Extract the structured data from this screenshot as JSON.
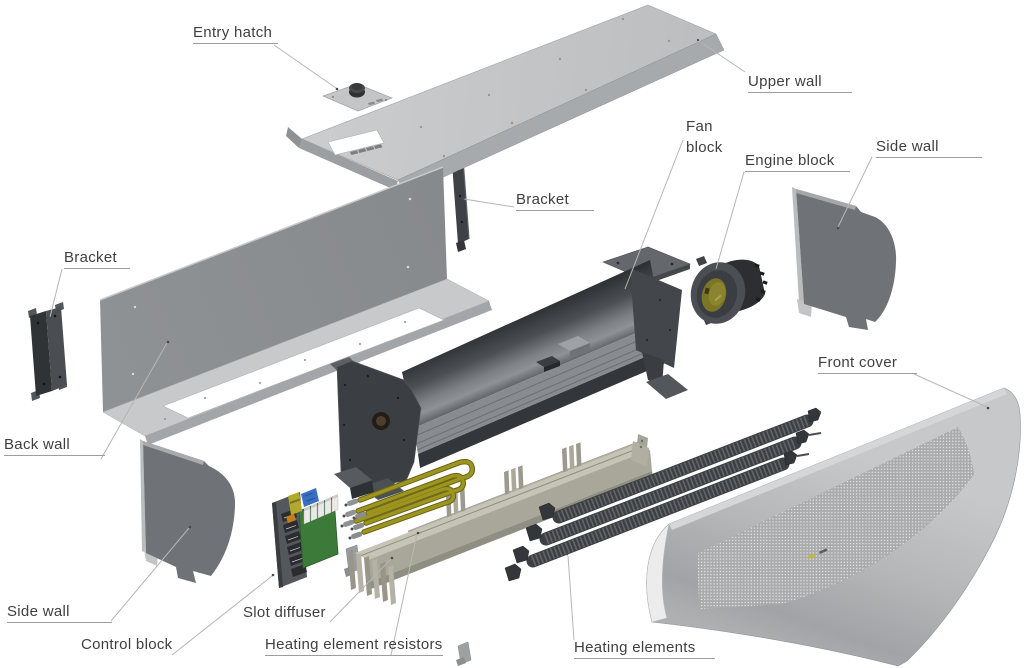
{
  "diagram": {
    "type": "exploded-view",
    "labels": {
      "entry_hatch": "Entry hatch",
      "upper_wall": "Upper wall",
      "fan_block": "Fan block",
      "engine_block": "Engine block",
      "side_wall_right": "Side wall",
      "bracket_top": "Bracket",
      "bracket_left": "Bracket",
      "back_wall": "Back wall",
      "front_cover": "Front cover",
      "side_wall_left": "Side wall",
      "control_block": "Control block",
      "slot_diffuser": "Slot diffuser",
      "heating_element_resistors": "Heating element resistors",
      "heating_elements": "Heating elements"
    },
    "colors": {
      "label_text": "#3f3f3f",
      "leader_line": "#b6b6b6",
      "metal_light": "#c7c9cb",
      "metal_mid": "#8d9093",
      "metal_dark": "#3b3e42",
      "resistor_yellow": "#9d951d",
      "pcb_green": "#3c7a3a",
      "terminal_blue": "#3a6ec5",
      "terminal_yellow": "#b1a92b",
      "motor_hub_olive": "#7b7526"
    }
  }
}
